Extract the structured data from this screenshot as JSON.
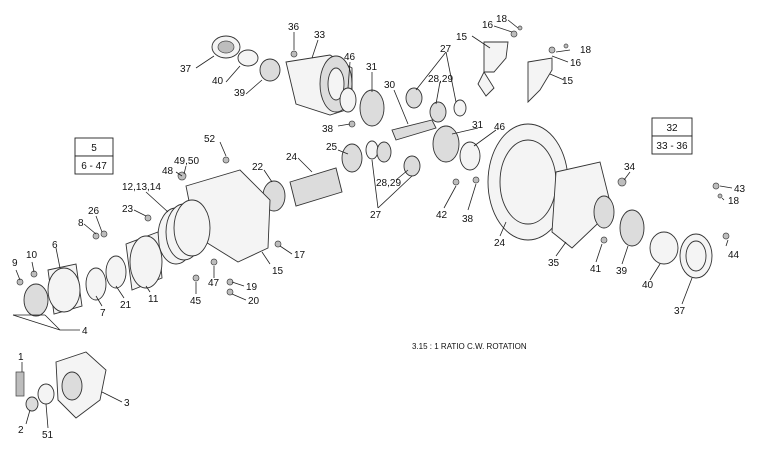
{
  "caption": "3.15 : 1 RATIO C.W. ROTATION",
  "boxes": [
    {
      "top": "5",
      "bottom": "6 - 47"
    },
    {
      "top": "32",
      "bottom": "33 - 36"
    }
  ],
  "labels": [
    "1",
    "2",
    "3",
    "4",
    "51",
    "6",
    "7",
    "8",
    "9",
    "10",
    "11",
    "12,13,14",
    "15",
    "16",
    "17",
    "18",
    "19",
    "20",
    "21",
    "22",
    "23",
    "24",
    "25",
    "26",
    "27",
    "28,29",
    "30",
    "31",
    "33",
    "34",
    "35",
    "36",
    "37",
    "38",
    "39",
    "40",
    "41",
    "42",
    "43",
    "44",
    "45",
    "46",
    "47",
    "48",
    "49,50",
    "52"
  ]
}
